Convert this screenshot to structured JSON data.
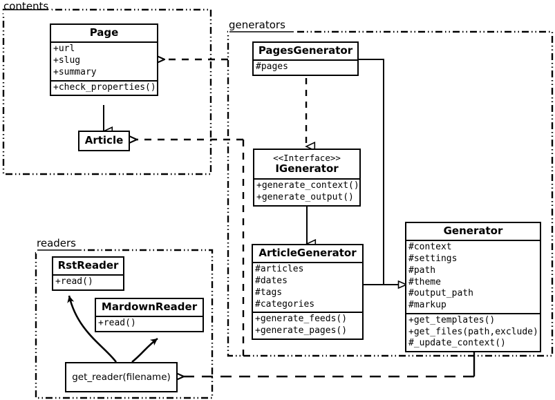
{
  "diagram": {
    "title": "Pelican architecture UML class diagram",
    "background": "#ffffff",
    "stroke": "#000000"
  },
  "packages": [
    {
      "id": "contents",
      "label": "contents"
    },
    {
      "id": "generators",
      "label": "generators"
    },
    {
      "id": "readers",
      "label": "readers"
    }
  ],
  "classes": {
    "page": {
      "name": "Page",
      "attributes": [
        "+url",
        "+slug",
        "+summary"
      ],
      "operations": [
        "+check_properties()"
      ]
    },
    "article": {
      "name": "Article",
      "attributes": [],
      "operations": []
    },
    "pages_generator": {
      "name": "PagesGenerator",
      "attributes": [
        "#pages"
      ],
      "operations": []
    },
    "igenerator": {
      "stereotype": "<<Interface>>",
      "name": "IGenerator",
      "attributes": [],
      "operations": [
        "+generate_context()",
        "+generate_output()"
      ]
    },
    "article_generator": {
      "name": "ArticleGenerator",
      "attributes": [
        "#articles",
        "#dates",
        "#tags",
        "#categories"
      ],
      "operations": [
        "+generate_feeds()",
        "+generate_pages()"
      ]
    },
    "generator": {
      "name": "Generator",
      "attributes": [
        "#context",
        "#settings",
        "#path",
        "#theme",
        "#output_path",
        "#markup"
      ],
      "operations": [
        "+get_templates()",
        "+get_files(path,exclude)",
        "#_update_context()"
      ]
    },
    "rst_reader": {
      "name": "RstReader",
      "attributes": [],
      "operations": [
        "+read()"
      ]
    },
    "mardown_reader": {
      "name": "MardownReader",
      "attributes": [],
      "operations": [
        "+read()"
      ]
    },
    "get_reader": {
      "name": "get_reader(filename)"
    }
  },
  "relationships": [
    {
      "id": "article-generalizes-page",
      "type": "generalization",
      "from": "Article",
      "to": "Page"
    },
    {
      "id": "pagesgenerator-realizes-igenerator",
      "type": "realization",
      "from": "PagesGenerator",
      "to": "IGenerator"
    },
    {
      "id": "articlegenerator-generalizes-igenerator",
      "type": "generalization",
      "from": "ArticleGenerator",
      "to": "IGenerator"
    },
    {
      "id": "pagesgenerator-generalizes-generator",
      "type": "generalization",
      "from": "PagesGenerator",
      "to": "Generator"
    },
    {
      "id": "articlegenerator-generalizes-generator",
      "type": "generalization",
      "from": "ArticleGenerator",
      "to": "Generator"
    },
    {
      "id": "generators-dependency-page",
      "type": "dependency",
      "from": "generators",
      "to": "Page"
    },
    {
      "id": "generators-dependency-article",
      "type": "dependency",
      "from": "generators",
      "to": "Article"
    },
    {
      "id": "generator-dependency-getreader",
      "type": "dependency",
      "from": "Generator",
      "to": "get_reader(filename)"
    },
    {
      "id": "getreader-creates-rstreader",
      "type": "association",
      "from": "get_reader(filename)",
      "to": "RstReader"
    },
    {
      "id": "getreader-creates-mardownreader",
      "type": "association",
      "from": "get_reader(filename)",
      "to": "MardownReader"
    }
  ]
}
